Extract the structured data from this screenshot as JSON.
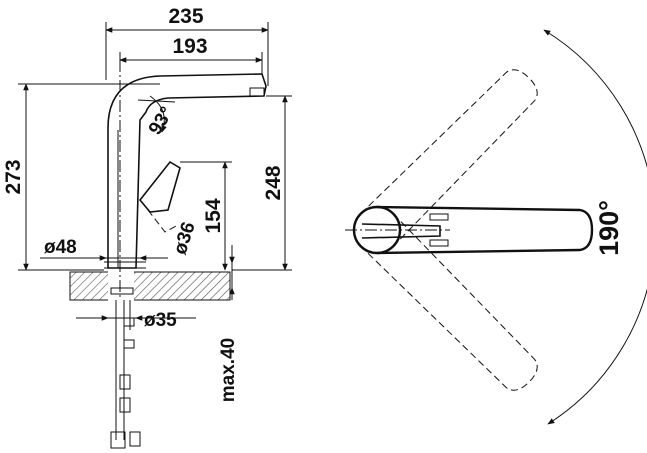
{
  "dimensions": {
    "overall_reach": "235",
    "spout_reach": "193",
    "total_height": "273",
    "spout_outlet_height": "248",
    "lever_height": "154",
    "spout_angle": "93°",
    "lever_diameter": "ø36",
    "body_diameter": "ø48",
    "hole_diameter": "ø35",
    "max_counter_thickness": "max.40",
    "swivel_range": "190°"
  },
  "colors": {
    "ink": "#111111",
    "hatch": "#555555",
    "background": "#ffffff"
  }
}
